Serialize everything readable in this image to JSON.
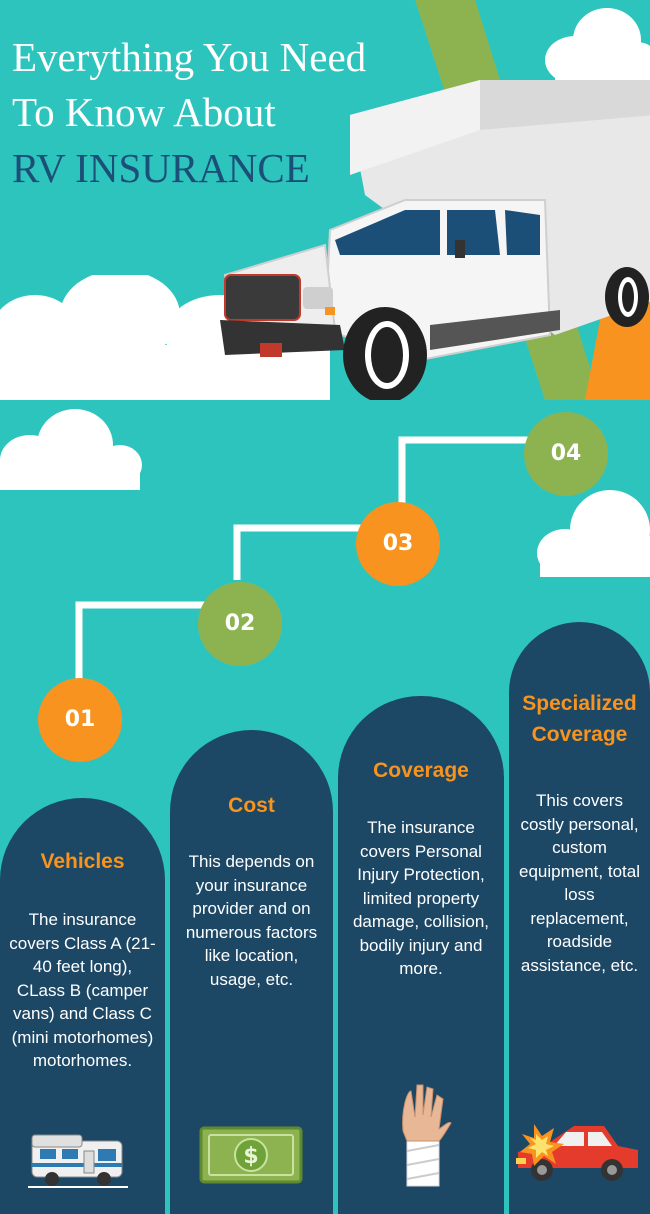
{
  "hero": {
    "title_line1": "Everything You Need",
    "title_line2": "To Know About",
    "title_line3": "RV INSURANCE"
  },
  "colors": {
    "teal_background": "#2ec4be",
    "navy_pillar": "#1c4866",
    "orange_accent": "#f7931e",
    "green_accent": "#8db351",
    "title_blue": "#1c4f78"
  },
  "steps": [
    {
      "number": "01",
      "heading": "Vehicles",
      "body": "The insurance covers Class A (21-40 feet long), CLass B (camper vans) and Class C (mini motorhomes) motorhomes.",
      "icon": "motorhome-icon"
    },
    {
      "number": "02",
      "heading": "Cost",
      "body": "This depends on your insurance provider and on numerous factors like location, usage, etc.",
      "icon": "dollar-bill-icon"
    },
    {
      "number": "03",
      "heading": "Coverage",
      "body": "The insurance covers Personal Injury Protection, limited property damage, collision, bodily injury and more.",
      "icon": "bandaged-hand-icon"
    },
    {
      "number": "04",
      "heading": "Specialized Coverage",
      "body": "This covers costly personal, custom equipment, total loss replacement, roadside assistance, etc.",
      "icon": "crashed-car-icon"
    }
  ]
}
